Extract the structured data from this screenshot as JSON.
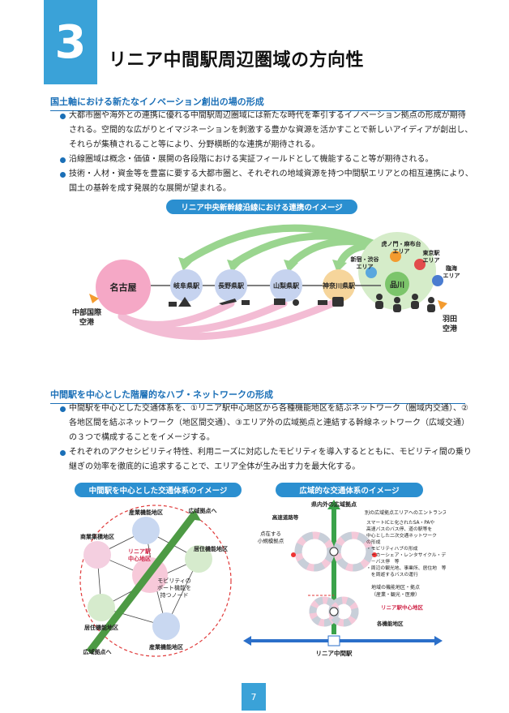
{
  "chapter": {
    "number": "3",
    "title": "リニア中間駅周辺圏域の方向性"
  },
  "section1": {
    "heading": "国土軸における新たなイノベーション創出の場の形成",
    "bullets": [
      "大都市圏や海外との連携に優れる中間駅周辺圏域には新たな時代を牽引するイノベーション拠点の形成が期待される。空間的な広がりとイマジネーションを刺激する豊かな資源を活かすことで新しいアイディアが創出し、それらが集積されること等により、分野横断的な連携が期待される。",
      "沿線圏域は概念・価値・展開の各段階における実証フィールドとして機能すること等が期待される。",
      "技術・人材・資金等を豊富に要する大都市圏と、それぞれの地域資源を持つ中間駅エリアとの相互連携により、国土の基幹を成す発展的な展開が望まれる。"
    ],
    "diagram": {
      "title": "リニア中央新幹線沿線における連携のイメージ",
      "nagoya": "名古屋",
      "chubu_airport": [
        "中部国際",
        "空港"
      ],
      "stations": [
        "岐阜県駅",
        "長野県駅",
        "山梨県駅",
        "神奈川県駅"
      ],
      "shinagawa": "品川",
      "areas": {
        "toranomon": [
          "虎ノ門・麻布台",
          "エリア"
        ],
        "shinjuku": [
          "新宿・渋谷",
          "エリア"
        ],
        "tokyo": [
          "東京駅",
          "エリア"
        ],
        "rinkai": [
          "臨海",
          "エリア"
        ]
      },
      "haneda": [
        "羽田",
        "空港"
      ]
    }
  },
  "section2": {
    "heading": "中間駅を中心とした階層的なハブ・ネットワークの形成",
    "bullets": [
      "中間駅を中心とした交通体系を、①リニア駅中心地区から各種機能地区を結ぶネットワーク（圏域内交通）、②各地区間を結ぶネットワーク（地区間交通）、③エリア外の広域拠点と連結する幹線ネットワーク（広域交通）の３つで構成することをイメージする。",
      "それぞれのアクセシビリティ特性、利用ニーズに対応したモビリティを導入するとともに、モビリティ間の乗り継ぎの効率を徹底的に追求することで、エリア全体が生み出す力を最大化する。"
    ],
    "left_diagram": {
      "title": "中間駅を中心とした交通体系のイメージ",
      "labels": {
        "industry_top": "産業機能地区",
        "wide_top": "広域拠点へ",
        "commercial": "商業集積地区",
        "residential_right": "居住機能地区",
        "linear": [
          "リニア駅",
          "中心地区"
        ],
        "mobility_node": [
          "モビリティの",
          "ポート機能を",
          "持つノード"
        ],
        "residential_left": "居住機能地区",
        "wide_bottom": "広域拠点へ",
        "industry_bottom": "産業機能地区"
      }
    },
    "right_diagram": {
      "title": "広域的な交通体系のイメージ",
      "labels": {
        "outside_hub": "県内外の広域拠点",
        "expressway": "高速道路等",
        "small_hub": [
          "点在する",
          "小規模拠点"
        ],
        "entrance": "別の広域拠点エリアへのエントランス",
        "mobility_list": [
          "スマートICと化されたSA・PAや",
          "高速バスのバス停、道の駅等を",
          "中心とした二次交通ネットワーク",
          "の形成",
          "・モビリティハブの形成",
          "　－カーシェア・レンタサイクル・デポ",
          "　－バス停　等",
          "・周辺の観光地、事業所、居住地　等",
          "　を周遊するバスの運行"
        ],
        "local_hub": [
          "地域の機能地区・拠点",
          "（産業・観光・医療）"
        ],
        "linear_center": "リニア駅中心地区",
        "each_district": "各機能地区",
        "station": "リニア中間駅"
      }
    }
  },
  "page_number": "7",
  "colors": {
    "accent": "#3aa2d8",
    "heading": "#1a6fb7",
    "arrow_green": "#8fd18a",
    "arrow_pink": "#f2b3cf",
    "nagoya": "#f5a8c6",
    "shinagawa_bg": "#cfe8c6"
  }
}
